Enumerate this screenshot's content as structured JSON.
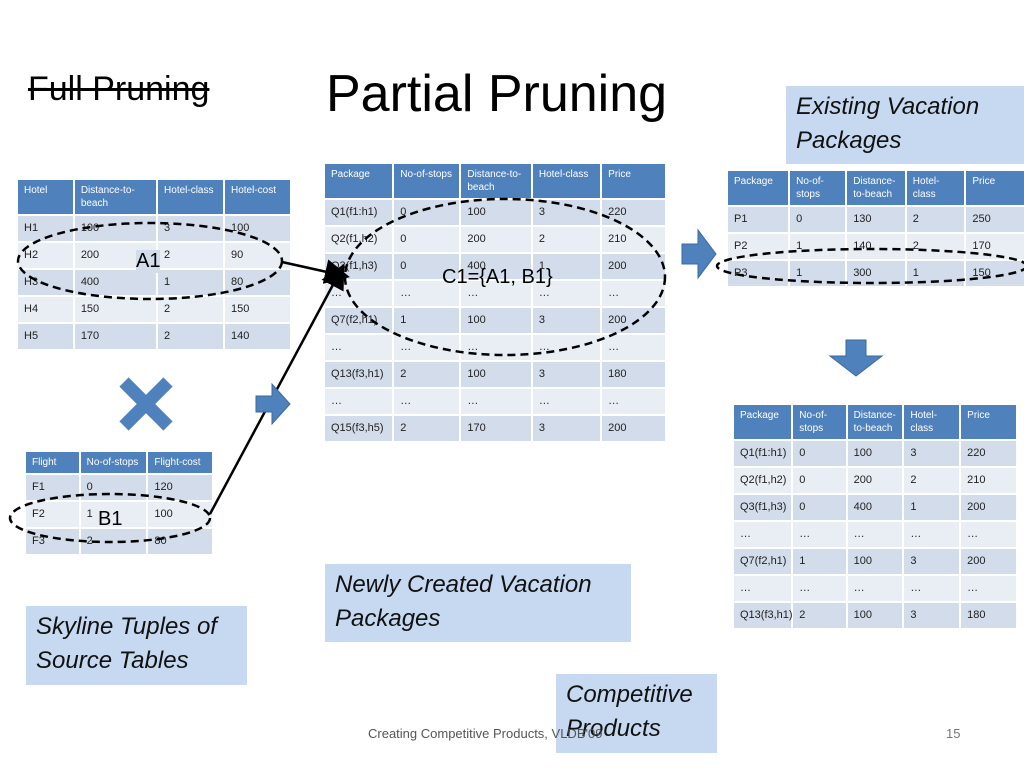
{
  "title_struck": "Full Pruning",
  "title_main": "Partial Pruning",
  "callouts": {
    "existing": "Existing Vacation Packages",
    "skyline": "Skyline Tuples of Source Tables",
    "newly": "Newly Created Vacation Packages",
    "competitive": "Competitive Products"
  },
  "labels": {
    "a1": "A1",
    "b1": "B1",
    "c1": "C1={A1, B1}"
  },
  "footer": "Creating Competitive Products, VLDB'09",
  "page_number": "15",
  "hotel_table": {
    "headers": [
      "Hotel",
      "Distance-to-beach",
      "Hotel-class",
      "Hotel-cost"
    ],
    "rows": [
      [
        "H1",
        "100",
        "3",
        "100"
      ],
      [
        "H2",
        "200",
        "2",
        "90"
      ],
      [
        "H3",
        "400",
        "1",
        "80"
      ],
      [
        "H4",
        "150",
        "2",
        "150"
      ],
      [
        "H5",
        "170",
        "2",
        "140"
      ]
    ]
  },
  "flight_table": {
    "headers": [
      "Flight",
      "No-of-stops",
      "Flight-cost"
    ],
    "rows": [
      [
        "F1",
        "0",
        "120"
      ],
      [
        "F2",
        "1",
        "100"
      ],
      [
        "F3",
        "2",
        "80"
      ]
    ]
  },
  "new_table": {
    "headers": [
      "Package",
      "No-of-stops",
      "Distance-to-beach",
      "Hotel-class",
      "Price"
    ],
    "rows": [
      [
        "Q1(f1:h1)",
        "0",
        "100",
        "3",
        "220"
      ],
      [
        "Q2(f1,h2)",
        "0",
        "200",
        "2",
        "210"
      ],
      [
        "Q3(f1,h3)",
        "0",
        "400",
        "1",
        "200"
      ],
      [
        "…",
        "…",
        "…",
        "…",
        "…"
      ],
      [
        "Q7(f2,h1)",
        "1",
        "100",
        "3",
        "200"
      ],
      [
        "…",
        "…",
        "…",
        "…",
        "…"
      ],
      [
        "Q13(f3,h1)",
        "2",
        "100",
        "3",
        "180"
      ],
      [
        "…",
        "…",
        "…",
        "…",
        "…"
      ],
      [
        "Q15(f3,h5)",
        "2",
        "170",
        "3",
        "200"
      ]
    ]
  },
  "existing_table": {
    "headers": [
      "Package",
      "No-of-stops",
      "Distance-to-beach",
      "Hotel-class",
      "Price"
    ],
    "rows": [
      [
        "P1",
        "0",
        "130",
        "2",
        "250"
      ],
      [
        "P2",
        "1",
        "140",
        "2",
        "170"
      ],
      [
        "P3",
        "1",
        "300",
        "1",
        "150"
      ]
    ]
  },
  "competitive_table": {
    "headers": [
      "Package",
      "No-of-stops",
      "Distance-to-beach",
      "Hotel-class",
      "Price"
    ],
    "rows": [
      [
        "Q1(f1:h1)",
        "0",
        "100",
        "3",
        "220"
      ],
      [
        "Q2(f1,h2)",
        "0",
        "200",
        "2",
        "210"
      ],
      [
        "Q3(f1,h3)",
        "0",
        "400",
        "1",
        "200"
      ],
      [
        "…",
        "…",
        "…",
        "…",
        "…"
      ],
      [
        "Q7(f2,h1)",
        "1",
        "100",
        "3",
        "200"
      ],
      [
        "…",
        "…",
        "…",
        "…",
        "…"
      ],
      [
        "Q13(f3,h1)",
        "2",
        "100",
        "3",
        "180"
      ]
    ]
  },
  "colors": {
    "header_blue": "#4f81bd",
    "callout_blue": "#c6d9f1",
    "arrow_blue": "#4f81bd"
  }
}
